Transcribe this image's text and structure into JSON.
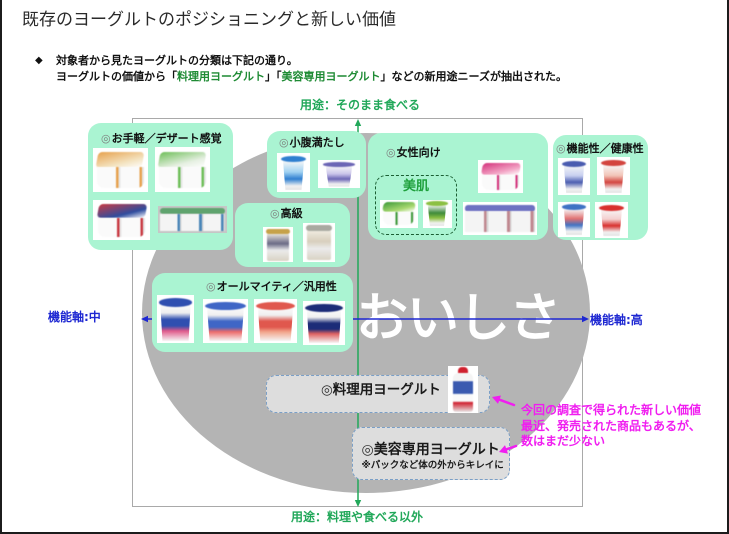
{
  "slide": {
    "title": "既存のヨーグルトのポジショニングと新しい価値",
    "bullet": {
      "marker": "◆",
      "line1": "対象者から見たヨーグルトの分類は下記の通り。",
      "line2": {
        "before": "ヨーグルトの価値から「",
        "term1": "料理用ヨーグルト",
        "between": "」「",
        "term2": "美容専用ヨーグルト",
        "after": "」などの新用途ニーズが抽出された。"
      }
    }
  },
  "map": {
    "axes": {
      "vertical_top": "用途：そのまま食べる",
      "vertical_bottom": "用途：料理や食べる以外",
      "horizontal_left": "機能軸:中",
      "horizontal_right": "機能軸:高"
    },
    "center_label": "おいしさ",
    "groups": [
      {
        "marker": "◎",
        "label": "お手軽／デザート感覚",
        "products": [
          {
            "image": "yogurt-4pack",
            "color": "#e7a24f",
            "accent": "#f4e4c2"
          },
          {
            "image": "yogurt-4pack",
            "color": "#6fbf5a",
            "accent": "#e6f0e2"
          },
          {
            "image": "yogurt-4pack",
            "color": "#c93a43",
            "accent": "#2e4c9e"
          },
          {
            "image": "yogurt-3pack",
            "color": "#5fa36e",
            "accent": "#4a86b8"
          }
        ]
      },
      {
        "marker": "◎",
        "label": "小腹満たし",
        "products": [
          {
            "image": "yogurt-cup",
            "color": "#2f7fd0",
            "accent": "#a0d2f2"
          },
          {
            "image": "yogurt-cup",
            "color": "#6c66b5",
            "accent": "#cac4ea"
          }
        ]
      },
      {
        "marker": "◎",
        "label": "高級",
        "products": [
          {
            "image": "yogurt-jar",
            "color": "#c6a24a",
            "accent": "#6a6a86"
          },
          {
            "image": "yogurt-jar",
            "color": "#a9a9a1",
            "accent": "#d8cfbd"
          }
        ]
      },
      {
        "marker": "◎",
        "label": "オールマイティ／汎用性",
        "products": [
          {
            "image": "yogurt-tub",
            "color": "#2f4fb0",
            "accent": "#e05a8a"
          },
          {
            "image": "yogurt-tub",
            "color": "#3f66c6",
            "accent": "#ee6a6a"
          },
          {
            "image": "yogurt-tub",
            "color": "#e0584e",
            "accent": "#f2a48a"
          },
          {
            "image": "yogurt-tub",
            "color": "#1c2c78",
            "accent": "#e06060"
          }
        ]
      },
      {
        "marker": "◎",
        "label": "女性向け",
        "subgroup": {
          "label": "美肌",
          "products": [
            {
              "image": "yogurt-4pack",
              "color": "#3d9a3a",
              "accent": "#a8d870"
            },
            {
              "image": "yogurt-cup",
              "color": "#8cc043",
              "accent": "#3d8a3a"
            }
          ]
        },
        "products": [
          {
            "image": "yogurt-4pack",
            "color": "#d4327c",
            "accent": "#f3a6c6"
          },
          {
            "image": "yogurt-3pack",
            "color": "#6d70c2",
            "accent": "#c08890"
          }
        ]
      },
      {
        "marker": "◎",
        "label": "機能性／健康性",
        "products": [
          {
            "image": "yogurt-cup",
            "color": "#4a5cb0",
            "accent": "#c8d0f0"
          },
          {
            "image": "yogurt-cup",
            "color": "#d3453f",
            "accent": "#f2c4b8"
          },
          {
            "image": "yogurt-cup",
            "color": "#3f72c4",
            "accent": "#e07070"
          },
          {
            "image": "yogurt-cup",
            "color": "#d8302e",
            "accent": "#f4d0d0"
          }
        ]
      }
    ],
    "new_values": [
      {
        "marker": "◎",
        "label": "料理用ヨーグルト",
        "products": [
          {
            "image": "yogurt-bottle",
            "color": "#d0202e",
            "accent": "#3a5ab0"
          }
        ]
      },
      {
        "marker": "◎",
        "label": "美容専用ヨーグルト",
        "note": "※パックなど体の外からキレイに"
      }
    ]
  },
  "annotation": {
    "lines": [
      "今回の調査で得られた新しい価値",
      "最近、発売された商品もあるが、",
      "数はまだ少ない"
    ]
  },
  "theme": {
    "mint": "#aaf4d2",
    "ellipse": "#b4b4b4",
    "frame": "#a9a9a9",
    "axis_green": "#22a85a",
    "axis_blue": "#1e28d2",
    "magenta": "#f01ef0",
    "highlight_green": "#1e8b34",
    "beauty_green": "#1fa03c",
    "beauty_border": "#1b5e33",
    "dash_fill": "#dddddd",
    "dash_border": "#7a9fc7"
  }
}
